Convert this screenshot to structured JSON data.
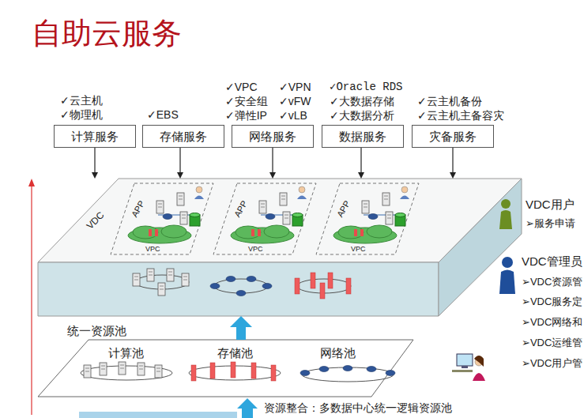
{
  "diagram": {
    "title": "自助云服务",
    "nodes": [
      {
        "text": [
          "✓云主机",
          "✓物理机",
          "计算服务"
        ]
      },
      {
        "text": [
          "✓EBS",
          "存储服务"
        ]
      },
      {
        "text": [
          "✓VPC",
          "✓VPN",
          "✓安全组",
          "✓vFW",
          "✓弹性IP",
          "✓vLB",
          "网络服务"
        ]
      },
      {
        "text": [
          "✓Oracle RDS",
          "✓大数据存储",
          "✓大数据分析",
          "数据服务"
        ]
      },
      {
        "text": [
          "✓云主机备份",
          "✓云主机主备容灾",
          "灾备服务"
        ]
      },
      {
        "text": [
          "VDC"
        ]
      },
      {
        "text": [
          "APP",
          "VPC"
        ],
        "in": 5
      },
      {
        "text": [
          "APP",
          "VPC"
        ],
        "in": 5
      },
      {
        "text": [
          "APP",
          "VPC"
        ],
        "in": 5
      },
      {
        "text": [
          "统一资源池"
        ]
      },
      {
        "text": [
          "计算池",
          "存储池",
          "网络池"
        ]
      },
      {
        "text": [
          "VDC用户",
          "➢服务申请"
        ]
      },
      {
        "text": [
          "VDC管理员",
          "➢VDC资源管",
          "➢VDC服务定",
          "➢VDC网络和",
          "➢VDC运维管",
          "➢VDC用户管"
        ]
      }
    ],
    "edges": [
      {
        "from": 0,
        "to": 5,
        "arrow": "to"
      },
      {
        "from": 1,
        "to": 5,
        "arrow": "to"
      },
      {
        "from": 2,
        "to": 5,
        "arrow": "to"
      },
      {
        "from": 3,
        "to": 5,
        "arrow": "to"
      },
      {
        "from": 4,
        "to": 5,
        "arrow": "to"
      },
      {
        "from": 10,
        "to": 9,
        "arrow": "to"
      }
    ],
    "labels": [
      "资源整合：多数据中心统一逻辑资源池"
    ]
  }
}
